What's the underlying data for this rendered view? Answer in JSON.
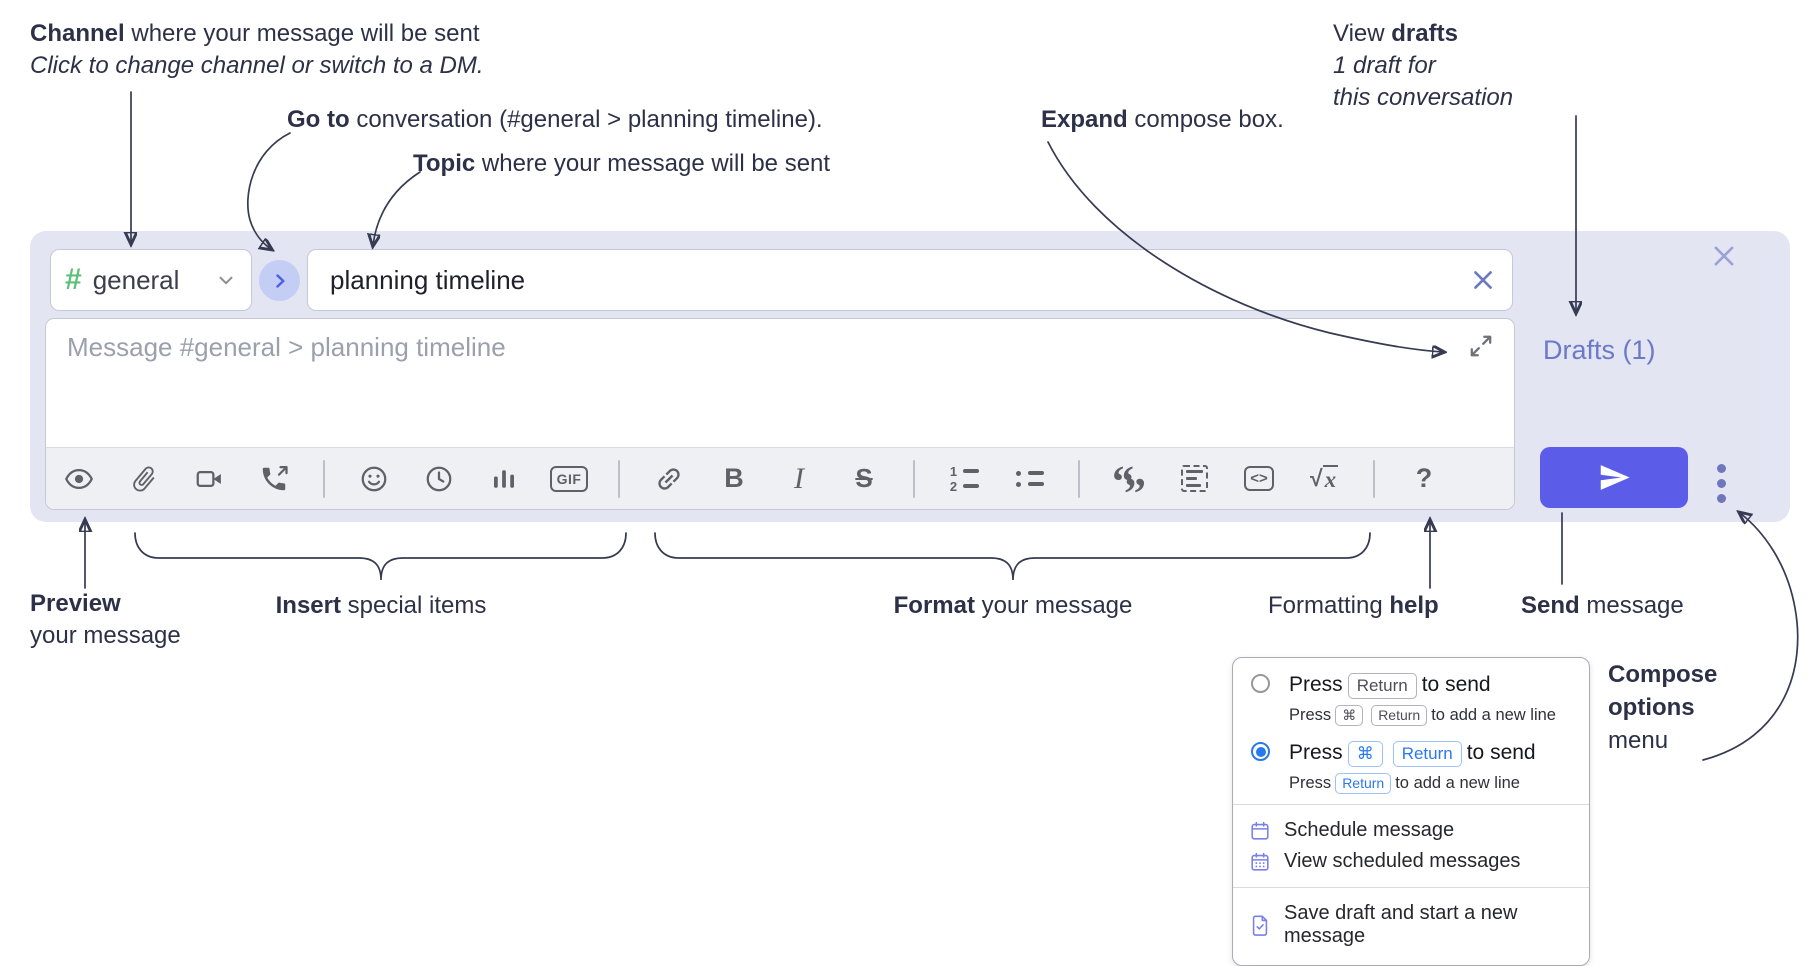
{
  "annotations": {
    "channel": {
      "lead": "Channel",
      "rest": " where your message will be sent",
      "sub": "Click to change channel or switch to a DM."
    },
    "go_to": {
      "lead": "Go to",
      "rest": " conversation (#general > planning timeline)."
    },
    "topic": {
      "lead": "Topic",
      "rest": " where your message will be sent"
    },
    "expand": {
      "lead": "Expand",
      "rest": " compose box."
    },
    "view_drafts": {
      "pre": "View ",
      "lead": "drafts",
      "sub1": "1 draft for",
      "sub2": "this conversation"
    },
    "preview": {
      "lead": "Preview",
      "rest": "your message"
    },
    "insert": {
      "lead": "Insert",
      "rest": " special items"
    },
    "format": {
      "lead": "Format",
      "rest": " your message"
    },
    "formatting_help": {
      "pre": "Formatting ",
      "lead": "help"
    },
    "send": {
      "lead": "Send",
      "rest": " message"
    },
    "compose_options": {
      "lead1": "Compose",
      "lead2": "options",
      "rest": "menu"
    }
  },
  "compose": {
    "channel": {
      "hash": "#",
      "name": "general"
    },
    "topic_value": "planning timeline",
    "message_placeholder": "Message #general > planning timeline",
    "drafts_link": "Drafts (1)"
  },
  "toolbar": {
    "icon_names": [
      "preview",
      "attach-file",
      "start-video-call",
      "start-voice-call",
      "emoji",
      "add-global-time",
      "add-poll",
      "add-gif",
      "link",
      "bold",
      "italic",
      "strikethrough",
      "numbered-list",
      "bulleted-list",
      "quote",
      "spoiler",
      "code",
      "math",
      "message-formatting-help"
    ],
    "labels": {
      "bold": "B",
      "italic": "I",
      "strike": "S",
      "gif": "GIF",
      "code": "<>",
      "sqrt": "√",
      "math_var": "x",
      "help": "?",
      "ol1": "1",
      "ol2": "2",
      "quote_open": "“",
      "quote_close": "”"
    }
  },
  "menu": {
    "options": [
      {
        "selected": false,
        "main": {
          "pre": "Press",
          "keys": [
            "Return"
          ],
          "post": "to send"
        },
        "sub": {
          "pre": "Press",
          "keys": [
            "⌘",
            "Return"
          ],
          "post": "to add a new line"
        }
      },
      {
        "selected": true,
        "main": {
          "pre": "Press",
          "keys": [
            "⌘",
            "Return"
          ],
          "post": "to send"
        },
        "sub": {
          "pre": "Press",
          "keys": [
            "Return"
          ],
          "post": "to add a new line"
        }
      }
    ],
    "items": [
      {
        "label": "Schedule message"
      },
      {
        "label": "View scheduled messages"
      },
      {
        "label": "Save draft and start a new message"
      }
    ]
  },
  "colors": {
    "compose_bg": "#e3e5f2",
    "send_button": "#5b5ce7",
    "drafts_link": "#6b79c8",
    "channel_hash_green": "#5fbf7a",
    "goto_button_bg": "#c4cdf4",
    "goto_chevron_blue": "#4b63e4",
    "selected_radio_blue": "#2779ec",
    "kbd_highlight_blue": "#2b79ef",
    "menu_icon_purple": "#7a80e8",
    "annotation_text": "#2d3148"
  }
}
